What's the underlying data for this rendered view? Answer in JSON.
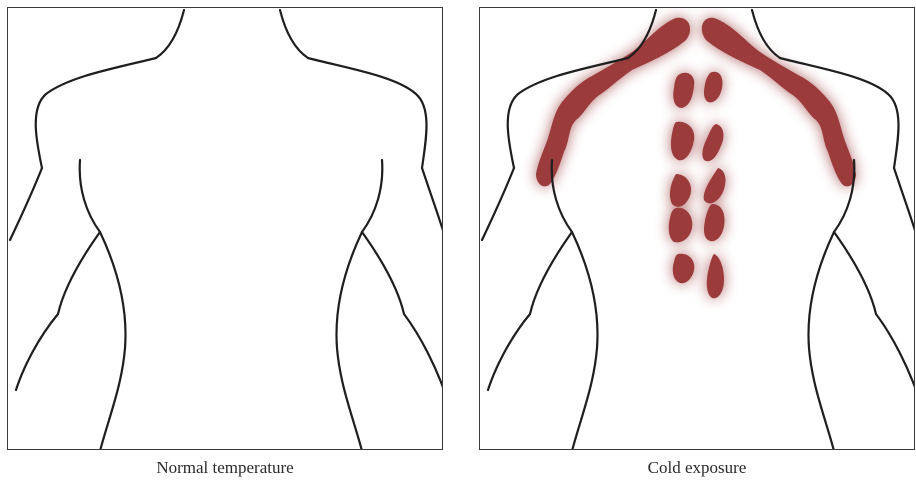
{
  "panels": [
    {
      "id": "left",
      "caption": "Normal temperature",
      "brown_fat_shown": false
    },
    {
      "id": "right",
      "caption": "Cold exposure",
      "brown_fat_shown": true
    }
  ],
  "colors": {
    "outline": "#1e1e1e",
    "brown_fat": "#9b3b3b",
    "brown_fat_glow": "#c98585",
    "border": "#3a3a3a"
  }
}
